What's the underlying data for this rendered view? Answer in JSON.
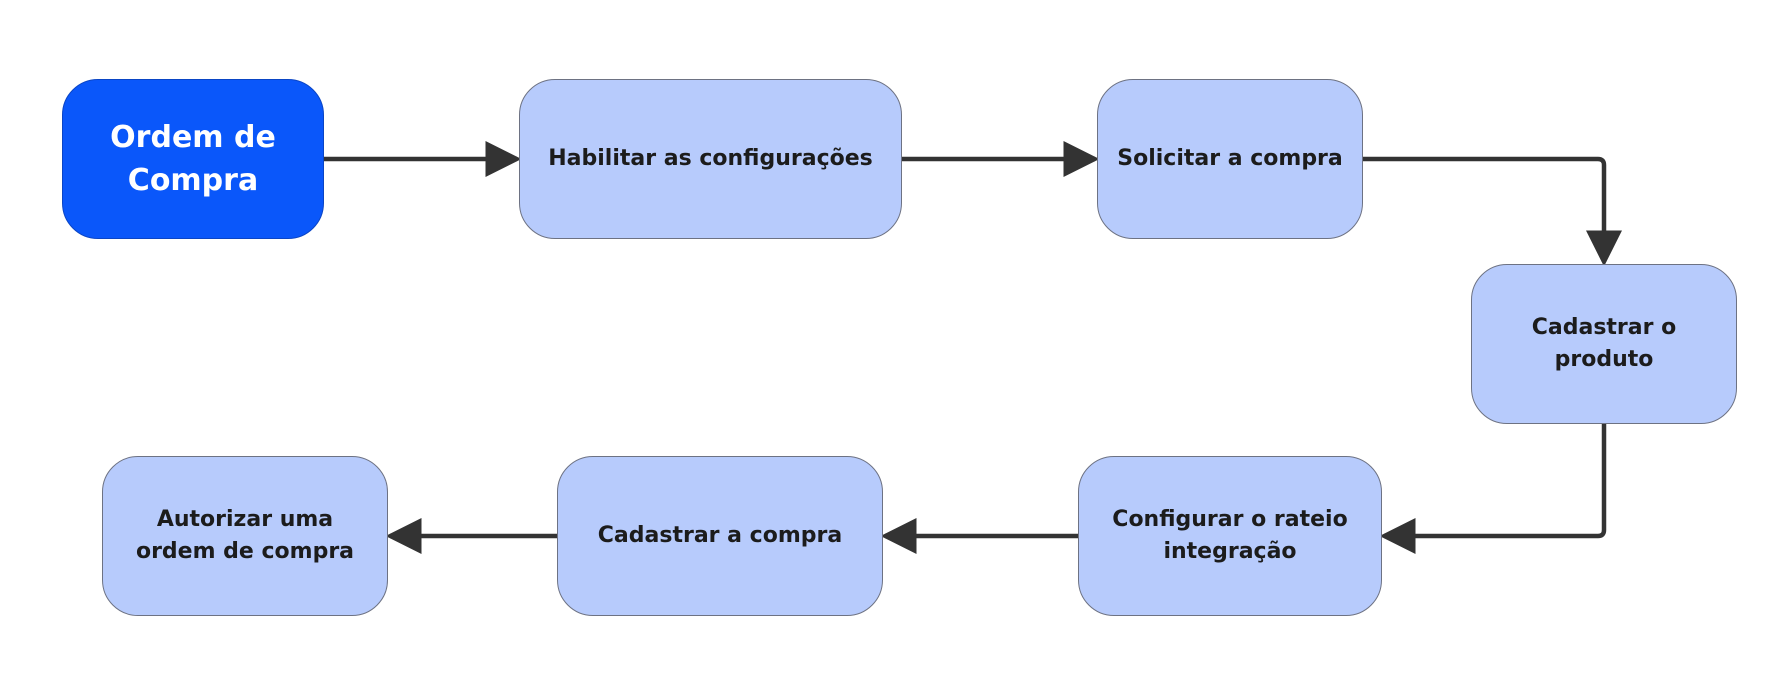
{
  "diagram": {
    "nodes": {
      "start": "Ordem de Compra",
      "habilitar": "Habilitar as configurações",
      "solicitar": "Solicitar a compra",
      "produto": "Cadastrar o produto",
      "rateio": "Configurar o rateio integração",
      "cadastrar": "Cadastrar a compra",
      "autorizar": "Autorizar uma ordem de compra"
    },
    "edges": [
      {
        "from": "start",
        "to": "habilitar"
      },
      {
        "from": "habilitar",
        "to": "solicitar"
      },
      {
        "from": "solicitar",
        "to": "produto"
      },
      {
        "from": "produto",
        "to": "rateio"
      },
      {
        "from": "rateio",
        "to": "cadastrar"
      },
      {
        "from": "cadastrar",
        "to": "autorizar"
      }
    ],
    "colors": {
      "start_fill": "#0a57fa",
      "step_fill": "#b7cbfc",
      "connector": "#333333"
    }
  }
}
